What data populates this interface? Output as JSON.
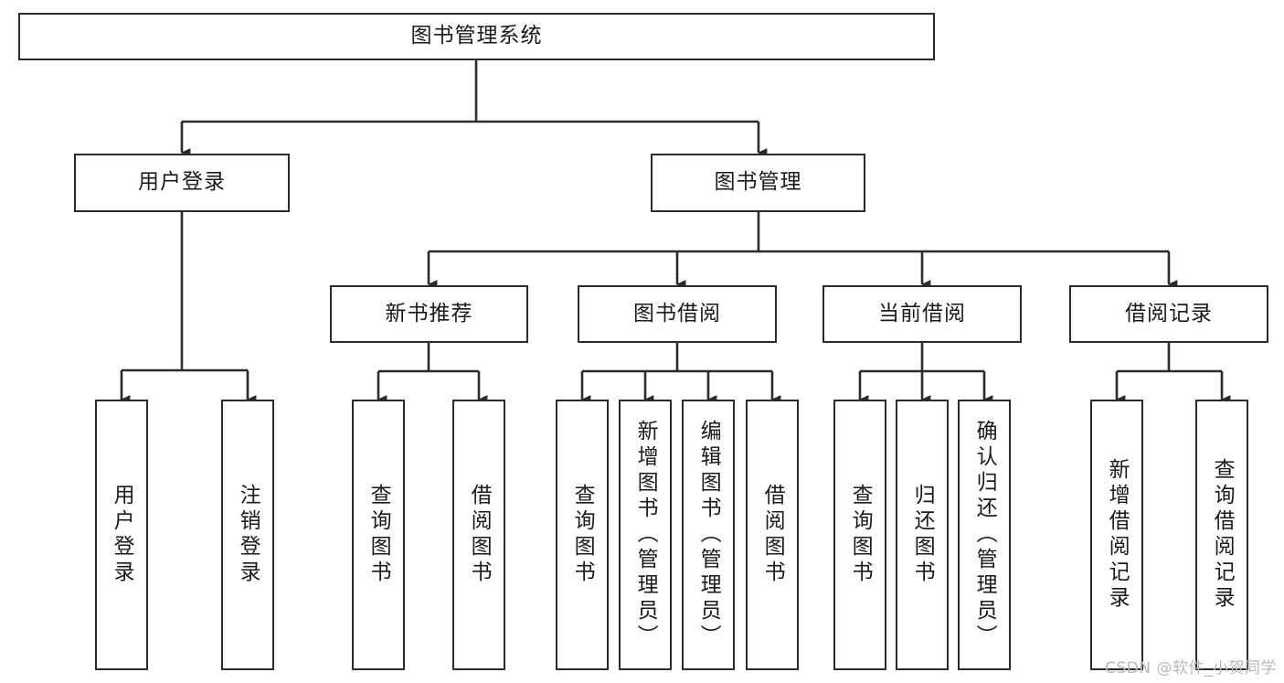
{
  "diagram": {
    "type": "tree-hierarchy",
    "title": "图书管理系统",
    "watermark": "CSDN @软件_小贺同学",
    "colors": {
      "box_border": "#2b2b2b",
      "box_fill": "#ffffff",
      "connector": "#2b2b2b",
      "text": "#1a1a1a",
      "watermark": "#b8b8b8"
    },
    "nodes": {
      "root": {
        "label": "图书管理系统",
        "level": 0,
        "orientation": "horizontal"
      },
      "l1": [
        {
          "id": "user-login",
          "label": "用户登录",
          "level": 1,
          "orientation": "horizontal"
        },
        {
          "id": "book-manage",
          "label": "图书管理",
          "level": 1,
          "orientation": "horizontal"
        }
      ],
      "l2": [
        {
          "id": "new-book-rec",
          "label": "新书推荐",
          "level": 2,
          "orientation": "horizontal"
        },
        {
          "id": "book-borrow",
          "label": "图书借阅",
          "level": 2,
          "orientation": "horizontal"
        },
        {
          "id": "current-borrow",
          "label": "当前借阅",
          "level": 2,
          "orientation": "horizontal"
        },
        {
          "id": "borrow-record",
          "label": "借阅记录",
          "level": 2,
          "orientation": "horizontal"
        }
      ],
      "leaves": {
        "user_login": [
          {
            "id": "leaf-user-login",
            "label": "用户登录"
          },
          {
            "id": "leaf-logout",
            "label": "注销登录"
          }
        ],
        "new_book_rec": [
          {
            "id": "leaf-query-book-1",
            "label": "查询图书"
          },
          {
            "id": "leaf-borrow-book-1",
            "label": "借阅图书"
          }
        ],
        "book_borrow": [
          {
            "id": "leaf-query-book-2",
            "label": "查询图书"
          },
          {
            "id": "leaf-add-book",
            "label": "新增图书（管理员）"
          },
          {
            "id": "leaf-edit-book",
            "label": "编辑图书（管理员）"
          },
          {
            "id": "leaf-borrow-book-2",
            "label": "借阅图书"
          }
        ],
        "current_borrow": [
          {
            "id": "leaf-query-book-3",
            "label": "查询图书"
          },
          {
            "id": "leaf-return-book",
            "label": "归还图书"
          },
          {
            "id": "leaf-confirm-return",
            "label": "确认归还（管理员）"
          }
        ],
        "borrow_record": [
          {
            "id": "leaf-add-record",
            "label": "新增借阅记录"
          },
          {
            "id": "leaf-query-record",
            "label": "查询借阅记录"
          }
        ]
      }
    }
  }
}
